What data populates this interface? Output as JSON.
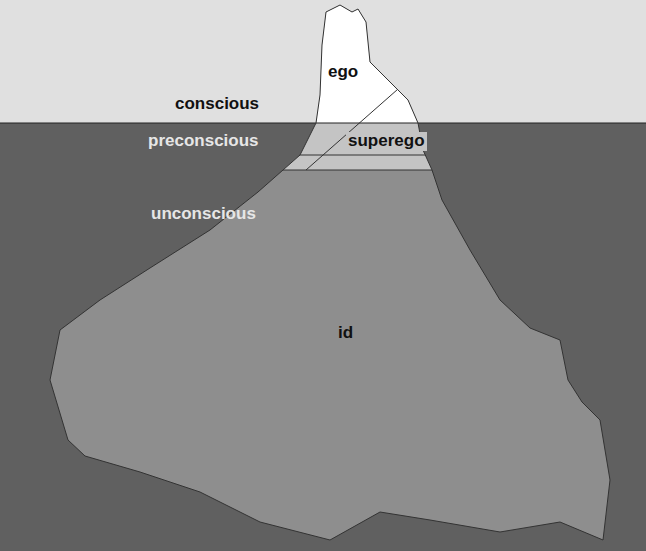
{
  "diagram": {
    "labels": [
      "conscious",
      "preconscious",
      "unconscious",
      "ego",
      "superego",
      "id"
    ]
  }
}
